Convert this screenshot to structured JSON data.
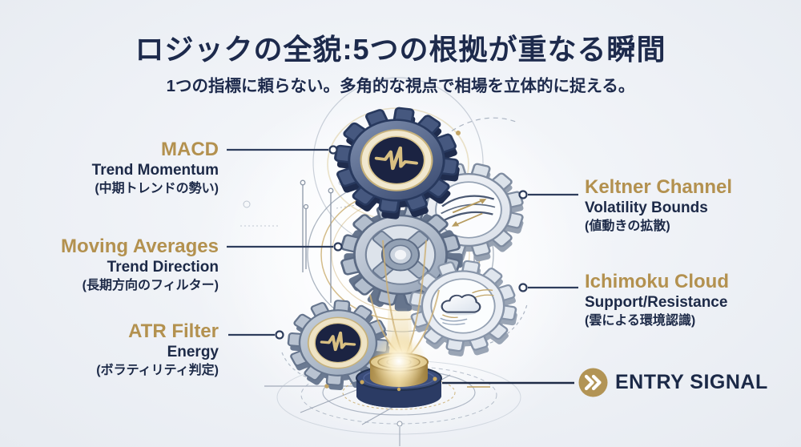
{
  "header": {
    "title": "ロジックの全貌:5つの根拠が重なる瞬間",
    "subtitle": "1つの指標に頼らない。多角的な視点で相場を立体的に捉える。"
  },
  "indicators": [
    {
      "id": "macd",
      "name": "MACD",
      "role": "Trend Momentum",
      "note": "(中期トレンドの勢い)",
      "side": "left",
      "gear_icon": "pulse-line-icon"
    },
    {
      "id": "moving-averages",
      "name": "Moving Averages",
      "role": "Trend Direction",
      "note": "(長期方向のフィルター)",
      "side": "left",
      "gear_icon": "spoked-hub-icon"
    },
    {
      "id": "atr-filter",
      "name": "ATR Filter",
      "role": "Energy",
      "note": "(ボラティリティ判定)",
      "side": "left",
      "gear_icon": "pulse-line-icon"
    },
    {
      "id": "keltner-channel",
      "name": "Keltner Channel",
      "role": "Volatility Bounds",
      "note": "(値動きの拡散)",
      "side": "right",
      "gear_icon": "channel-lines-icon"
    },
    {
      "id": "ichimoku-cloud",
      "name": "Ichimoku Cloud",
      "role": "Support/Resistance",
      "note": "(雲による環境認識)",
      "side": "right",
      "gear_icon": "cloud-icon"
    }
  ],
  "entry_signal": {
    "label": "ENTRY SIGNAL",
    "icon": "double-chevron-right-icon"
  },
  "colors": {
    "navy_text": "#1c2947",
    "gold_text": "#b3914f",
    "gear_navy": "#46587f",
    "gear_steel": "#b3becd",
    "gear_light": "#e9edf3",
    "gold_metal": "#caa85e",
    "badge_gold": "#b29455",
    "connector": "#2e3d5c",
    "background": "#edf0f5"
  }
}
